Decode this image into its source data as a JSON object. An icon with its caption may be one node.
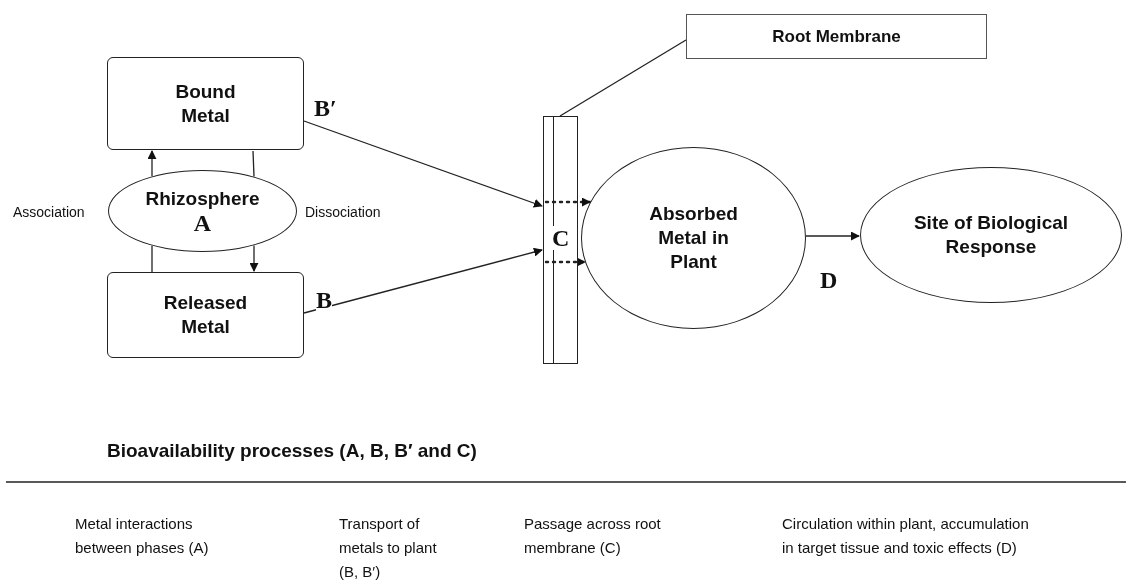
{
  "diagram": {
    "nodes": [
      {
        "text": [
          "Bound Metal"
        ]
      },
      {
        "text": [
          "Rhizosphere",
          "A"
        ],
        "beside": [
          "Association",
          "Dissociation"
        ]
      },
      {
        "text": [
          "Released Metal"
        ]
      },
      {
        "text": [],
        "shape": "bar"
      },
      {
        "text": [
          "Root Membrane"
        ]
      },
      {
        "text": [
          "Absorbed Metal in Plant"
        ]
      },
      {
        "text": [
          "Site of Biological Response"
        ]
      }
    ],
    "edges": [
      {
        "from": 2,
        "to": 1,
        "arrow": "none"
      },
      {
        "from": 1,
        "to": 0,
        "arrow": "to"
      },
      {
        "from": 0,
        "to": 1,
        "arrow": "none"
      },
      {
        "from": 1,
        "to": 2,
        "arrow": "to"
      },
      {
        "from": 0,
        "to": 3,
        "arrow": "to",
        "label": "B′"
      },
      {
        "from": 2,
        "to": 3,
        "arrow": "to",
        "label": "B"
      },
      {
        "from": 3,
        "to": 5,
        "arrow": "to",
        "style": "dashed"
      },
      {
        "from": 3,
        "to": 5,
        "arrow": "to",
        "style": "dashed"
      },
      {
        "from": 5,
        "to": 6,
        "arrow": "to",
        "label": "D"
      },
      {
        "from": 4,
        "to": 3,
        "arrow": "none"
      }
    ],
    "labels": [
      "C",
      "Bioavailability processes (A, B, B′ and C)",
      "Metal interactions between phases (A)",
      "Transport of metals to plant (B, B′)",
      "Passage across root membrane (C)",
      "Circulation within plant, accumulation in target tissue and toxic effects (D)"
    ]
  }
}
